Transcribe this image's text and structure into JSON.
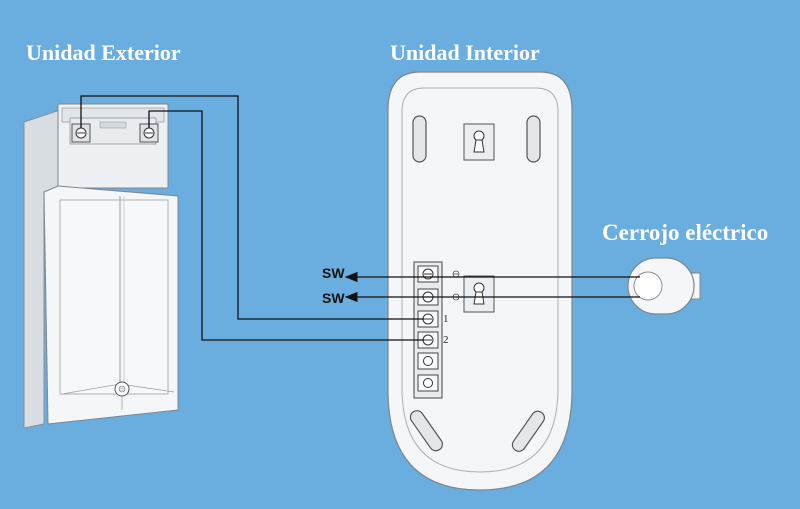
{
  "labels": {
    "outdoor_unit": "Unidad Exterior",
    "indoor_unit": "Unidad Interior",
    "electric_lock": "Cerrojo eléctrico"
  },
  "wire_labels": {
    "sw_top": "SW",
    "sw_bottom": "SW"
  },
  "terminal_numbers": {
    "one": "1",
    "two": "2"
  },
  "colors": {
    "background": "#6aaedf",
    "device_body": "#f4f6f8",
    "wire": "#111111",
    "label_text": "#ffffff"
  }
}
